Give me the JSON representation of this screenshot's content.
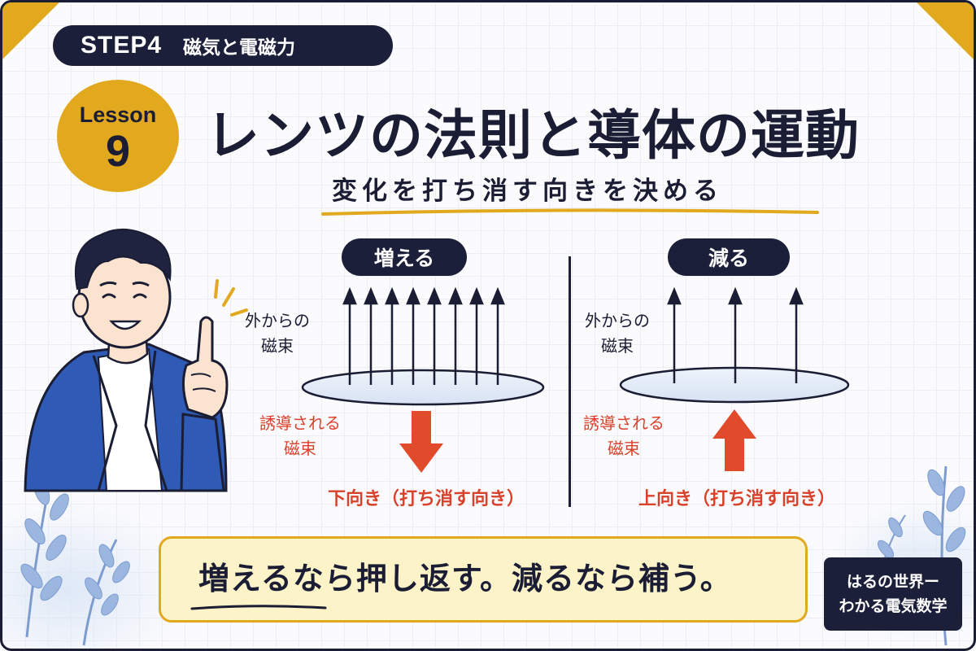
{
  "header": {
    "step": "STEP4",
    "topic": "磁気と電磁力",
    "lesson_label": "Lesson",
    "lesson_number": "9",
    "title": "レンツの法則と導体の運動",
    "subtitle": "変化を打ち消す向きを決める"
  },
  "panels": {
    "increase": {
      "label": "増える",
      "external_flux_label_1": "外からの",
      "external_flux_label_2": "磁束",
      "induced_flux_label_1": "誘導される",
      "induced_flux_label_2": "磁束",
      "direction_label": "下向き（打ち消す向き）",
      "arrow_direction": "down",
      "flux_arrow_count": 8
    },
    "decrease": {
      "label": "減る",
      "external_flux_label_1": "外からの",
      "external_flux_label_2": "磁束",
      "induced_flux_label_1": "誘導される",
      "induced_flux_label_2": "磁束",
      "direction_label": "上向き（打ち消す向き）",
      "arrow_direction": "up",
      "flux_arrow_count": 3
    }
  },
  "summary": "増えるなら押し返す。減るなら補う。",
  "brand": {
    "line1": "はるの世界ー",
    "line2": "わかる電気数学"
  },
  "colors": {
    "navy": "#1c1f3a",
    "gold": "#e2a81e",
    "red": "#d9412b",
    "jacket_blue": "#2f5bb7",
    "summary_bg": "#fdf3c8"
  },
  "icons": {
    "character": "teacher-pointing-illustration",
    "decoration": "blue-leaf-sprigs"
  }
}
